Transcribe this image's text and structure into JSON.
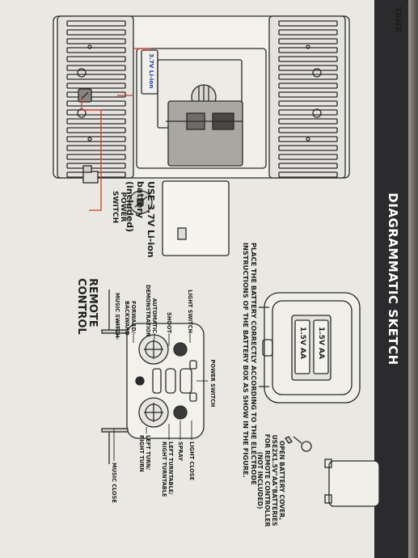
{
  "header": {
    "title": "DIAGRAMMATIC SKETCH"
  },
  "section_labels": {
    "tank": "TANK",
    "remote_control": "REMOTE\nCONTROL"
  },
  "tank": {
    "battery_sticker": "3.7V Li-ion",
    "power_switch": "POWER\nSWITCH",
    "battery_note": "USE 3.7V Li-ion\nbattery (included)"
  },
  "remote": {
    "left_labels": {
      "music_switch": "MUSIC SWITCH",
      "forward_backward": "FORWARD/\nBACKWARD",
      "automatic_demonstration": "AUTOMATIC\nDEMONSTRATION",
      "shoot": "SHOOT",
      "light_switch": "LIGHT SWITCH"
    },
    "power_switch": "POWER SWITCH",
    "right_labels": {
      "music_close": "MUSIC CLOSE",
      "left_right_turn": "LEFT TURN/\nRIGHT TURN",
      "left_right_turntable": "LEFT TURNTABLE/\nRIGHT TURNTABLE",
      "spray": "SPRAY",
      "light_close": "LIGHT CLOSE"
    }
  },
  "battery_box": {
    "cell_1": "1.5V AA",
    "cell_2": "1.5V AA"
  },
  "open_cover_note": "OPEN BATTERY COVER,\nUSE2X1.5V\"AA\"BATTERIES\nFOR REMOTE CONTROLLER\n(NOT INCLUDED)",
  "footer_note": "PLACE THE BATTERY CORRECTLY ACCORDING TO THE ELECTRODE\nINSTRUCTIONS OF THE BATTERY BOX AS SHOW IN THE FIGURE.",
  "colors": {
    "header_bg": "#2b2b2d",
    "callout_red": "#d93a2b",
    "ink": "#2a2a2a"
  }
}
